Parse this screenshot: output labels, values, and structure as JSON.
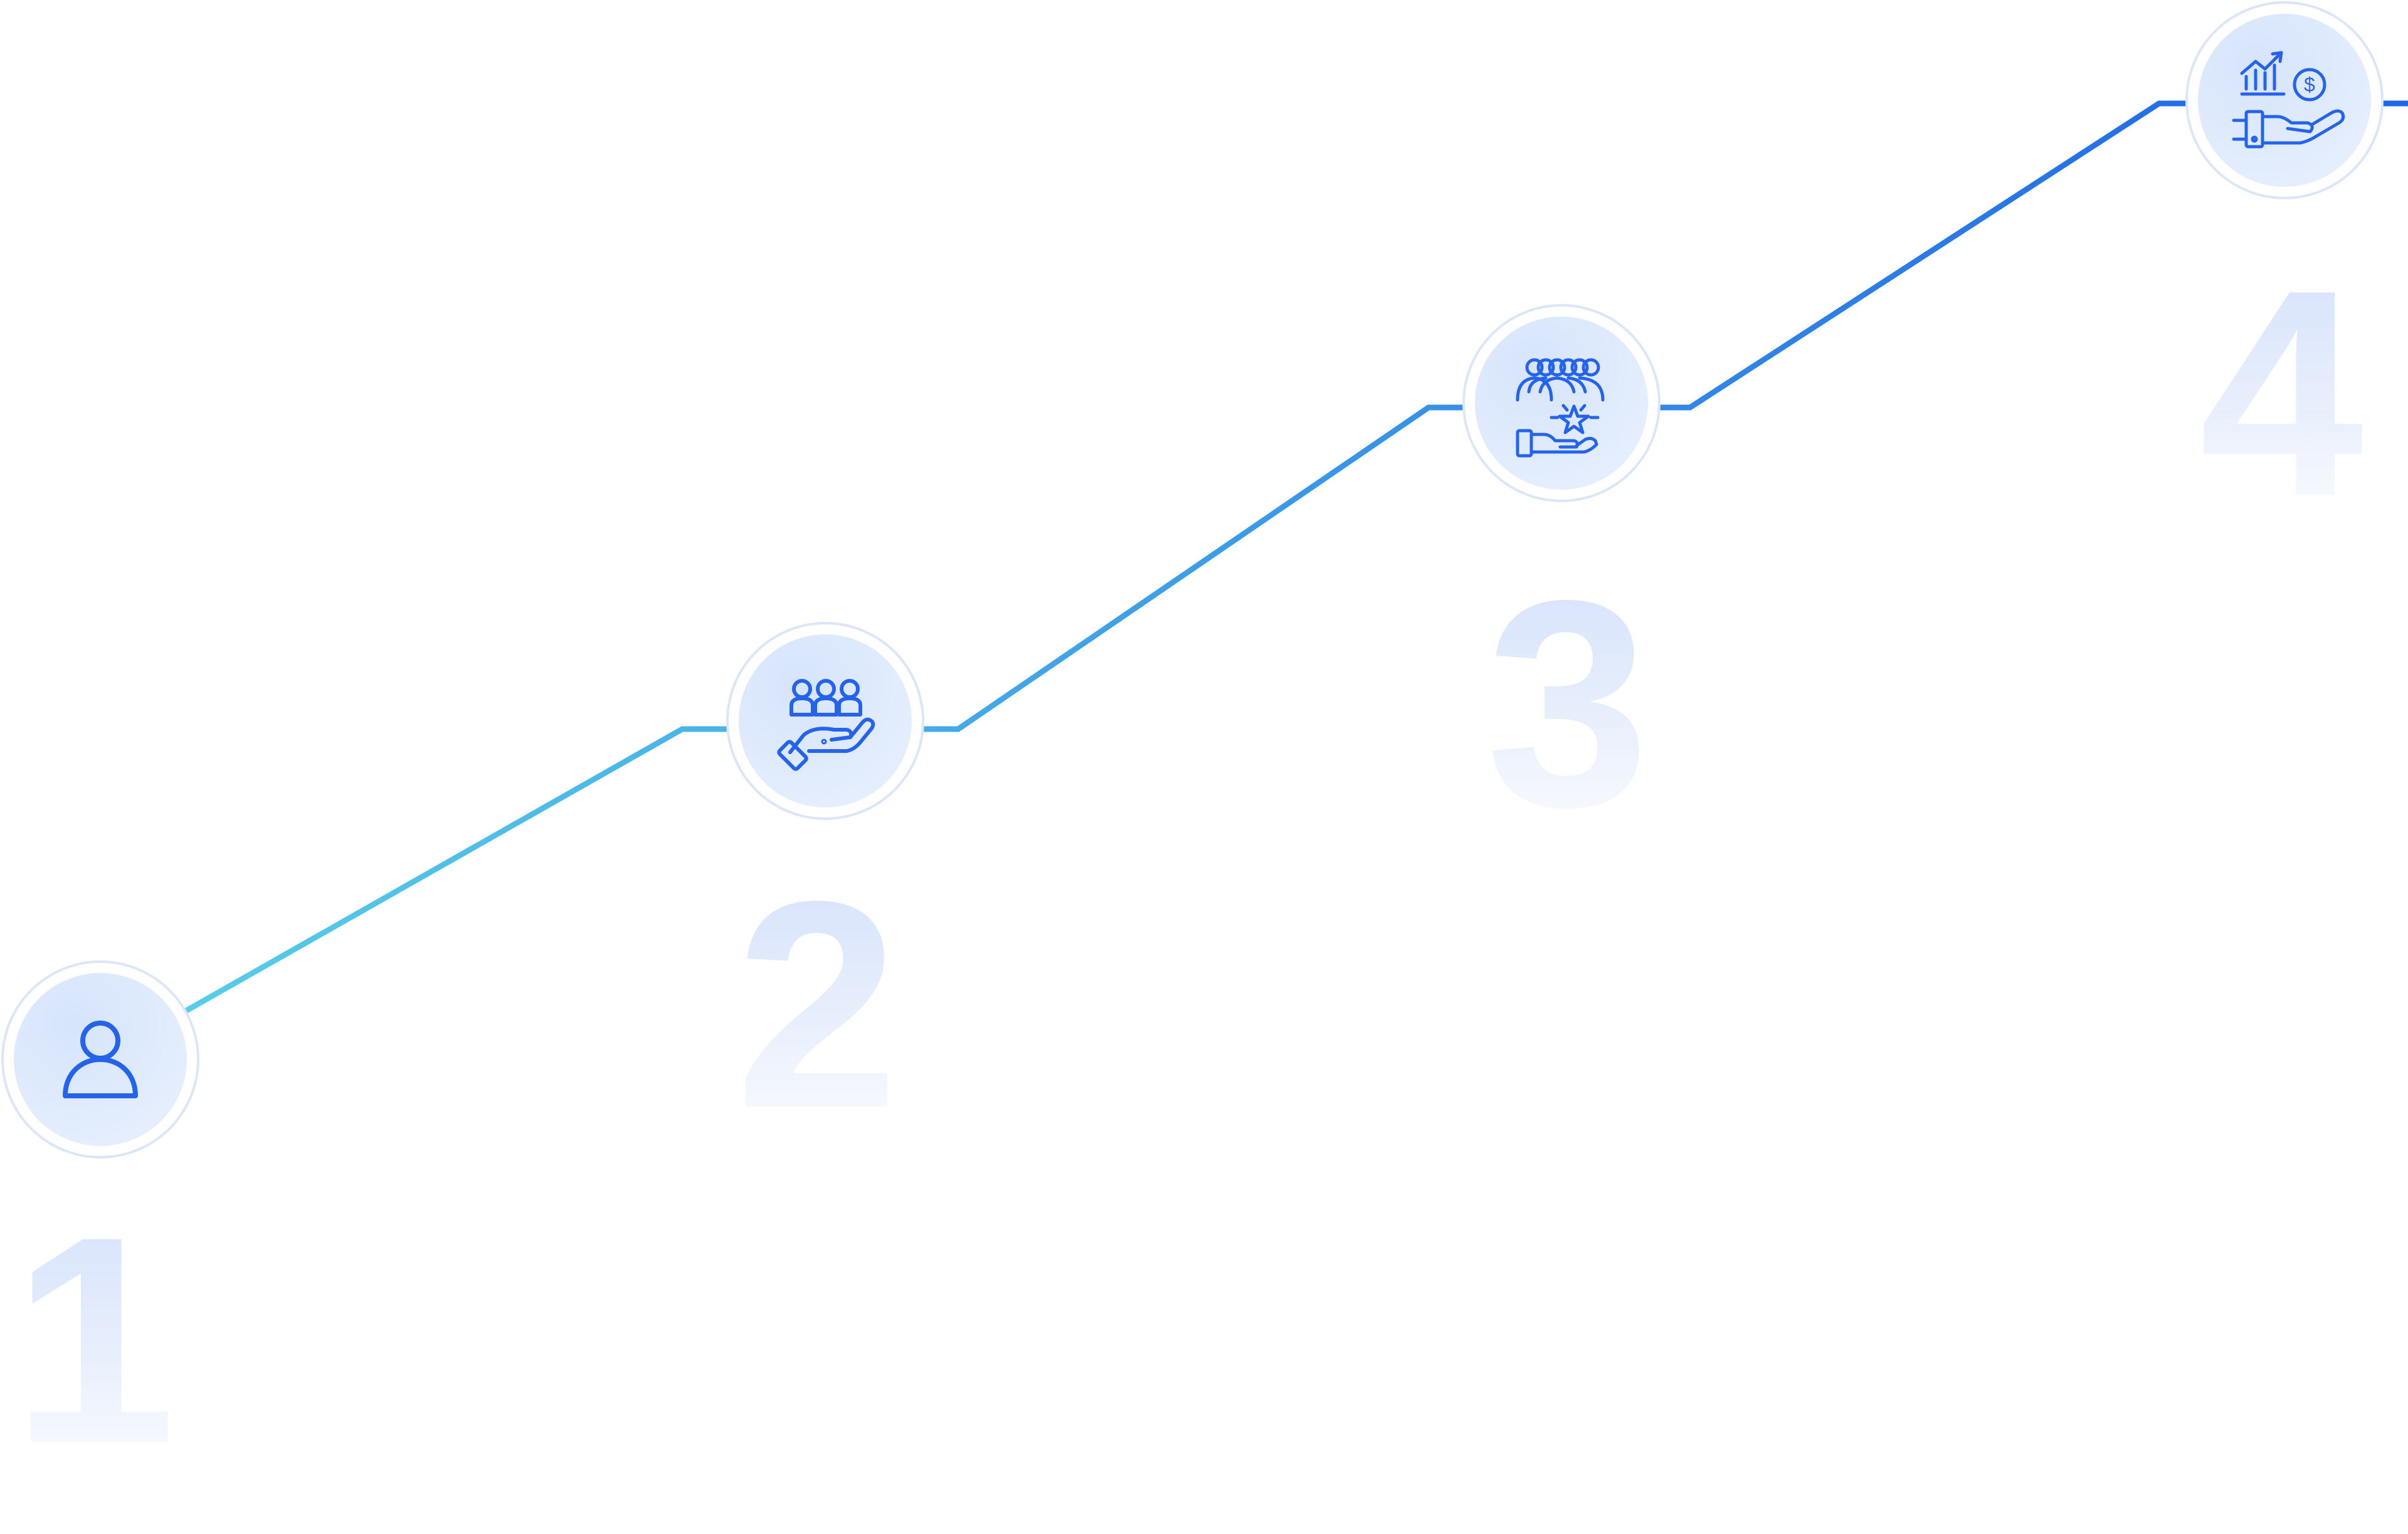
{
  "steps": [
    {
      "number": "1",
      "icon": "person-icon"
    },
    {
      "number": "2",
      "icon": "hand-holding-people-icon"
    },
    {
      "number": "3",
      "icon": "hand-star-team-icon"
    },
    {
      "number": "4",
      "icon": "hand-growth-money-icon"
    }
  ],
  "colors": {
    "line_start": "#5AD1E8",
    "line_end": "#1F65E6",
    "icon_stroke": "#2563EB",
    "circle_fill": "#DCE8FD",
    "ring_stroke": "#DCE6F7",
    "number_top": "#D3E0FB",
    "number_bottom": "#FFFFFF"
  }
}
